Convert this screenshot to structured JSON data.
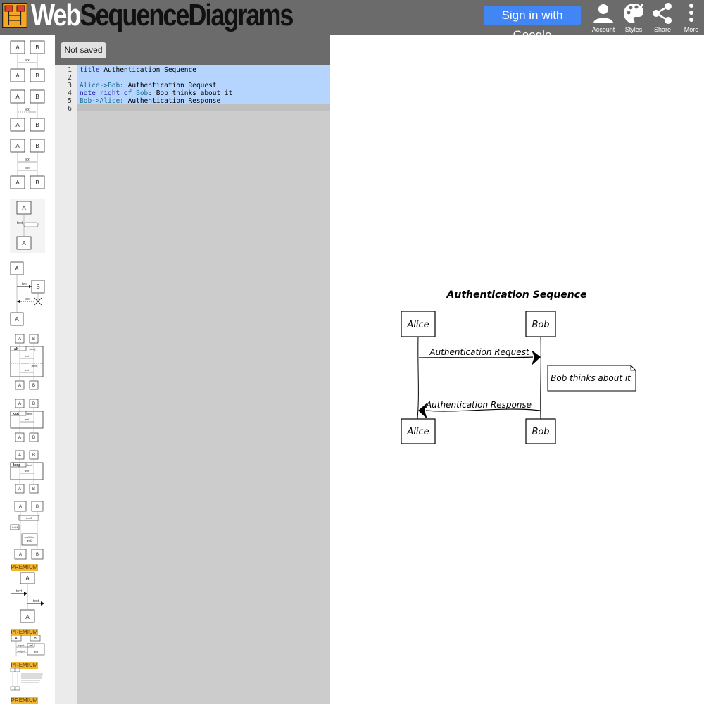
{
  "app": {
    "brand_part1": "Web",
    "brand_part2": "SequenceDiagrams",
    "signin_label": "Sign in with Google"
  },
  "toolbar": {
    "account_label": "Account",
    "styles_label": "Styles",
    "share_label": "Share",
    "more_label": "More"
  },
  "sidebar": {
    "premium_label": "PREMIUM"
  },
  "editor": {
    "status_label": "Not saved",
    "lines": [
      {
        "num": "1",
        "kw": "title",
        "rest": " Authentication Sequence"
      },
      {
        "num": "2",
        "kw": "",
        "rest": ""
      },
      {
        "num": "3",
        "a": "Alice",
        "arrow": "->",
        "b": "Bob",
        "rest": ": Authentication Request"
      },
      {
        "num": "4",
        "kw": "note right of",
        "b": "Bob",
        "rest": ": Bob thinks about it"
      },
      {
        "num": "5",
        "a": "Bob",
        "arrow": "->",
        "b": "Alice",
        "rest": ": Authentication Response"
      },
      {
        "num": "6",
        "kw": "",
        "rest": ""
      }
    ]
  },
  "diagram": {
    "title": "Authentication Sequence",
    "participant_alice": "Alice",
    "participant_bob": "Bob",
    "message1": "Authentication Request",
    "note": "Bob thinks about it",
    "message2": "Authentication Response"
  },
  "colors": {
    "topbar": "#6b6b6b",
    "signin": "#4285f4",
    "premium": "#f1b534",
    "selection": "#b5d5ff"
  }
}
